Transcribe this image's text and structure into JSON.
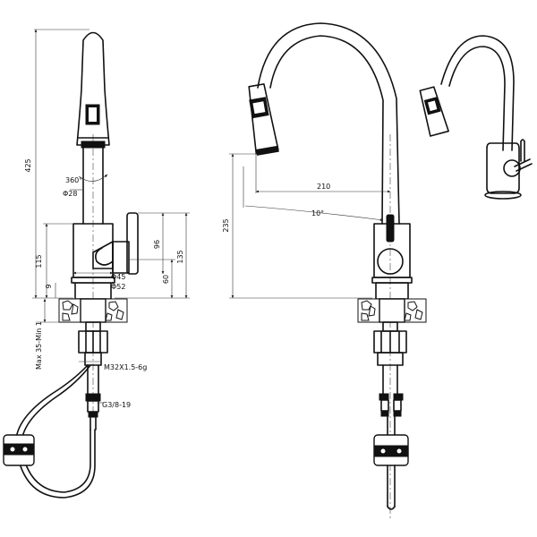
{
  "dimensions": {
    "left_view": {
      "total_height": "425",
      "rotation": "360°",
      "spout_diameter": "Φ28",
      "body_height": "115",
      "handle_height": "96",
      "base_to_handle": "135",
      "base_offset": "9",
      "lever_offset": "60",
      "body_diameter_a": "Φ45",
      "body_diameter_b": "Φ52",
      "deck_thickness": "Max 35-Min 1",
      "thread": "M32X1.5-6g",
      "hose_thread": "G3/8-19"
    },
    "right_view": {
      "reach": "210",
      "height": "235",
      "swivel_angle": "10°"
    }
  },
  "colors": {
    "line": "#111111",
    "background": "#ffffff"
  }
}
